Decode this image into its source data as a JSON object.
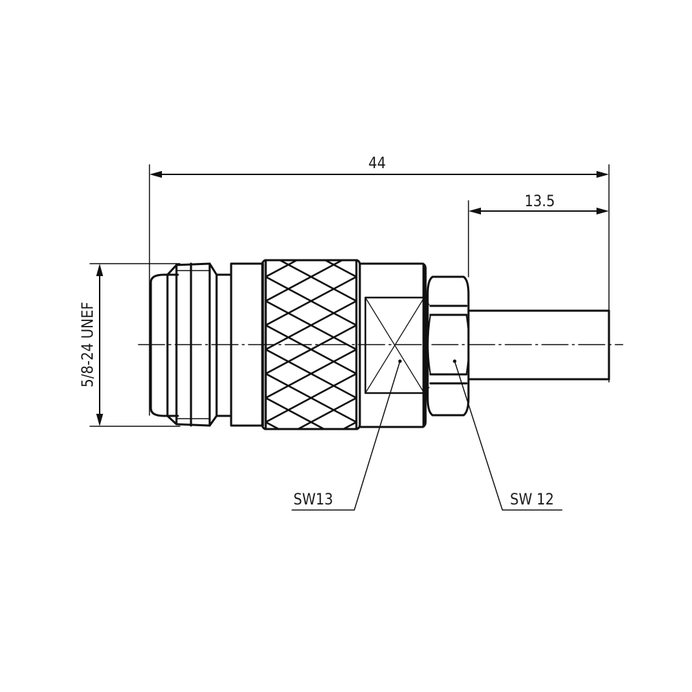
{
  "drawing": {
    "type": "technical-drawing",
    "subject": "coaxial connector side view",
    "line_color": "#111111",
    "background": "#ffffff"
  },
  "dimensions": {
    "overall_length": "44",
    "rear_length": "13.5",
    "thread": "5/8-24 UNEF"
  },
  "callouts": {
    "wrench_flat_body": "SW13",
    "wrench_nut": "SW 12"
  }
}
